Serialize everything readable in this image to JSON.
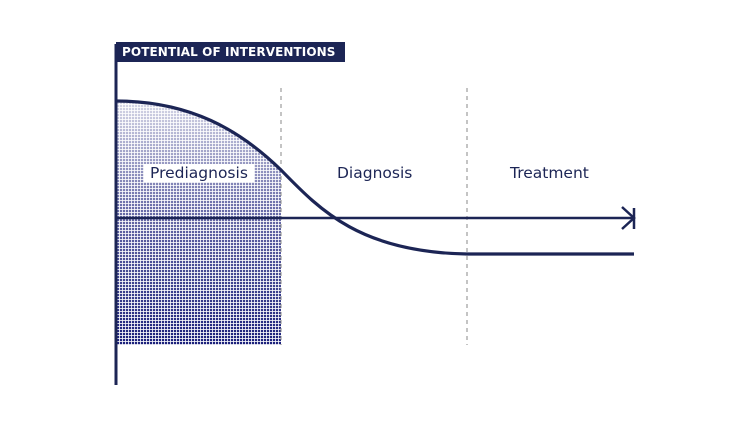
{
  "title": "POTENTIAL OF INTERVENTIONS",
  "phases": [
    {
      "label": "Prediagnosis"
    },
    {
      "label": "Diagnosis"
    },
    {
      "label": "Treatment"
    }
  ],
  "colors": {
    "primary": "#1c2555",
    "shade_dark": "#1a1f7a",
    "divider": "#8a8a8a",
    "background": "#ffffff"
  },
  "icons": {
    "axis_arrow": "arrow-right-icon"
  }
}
